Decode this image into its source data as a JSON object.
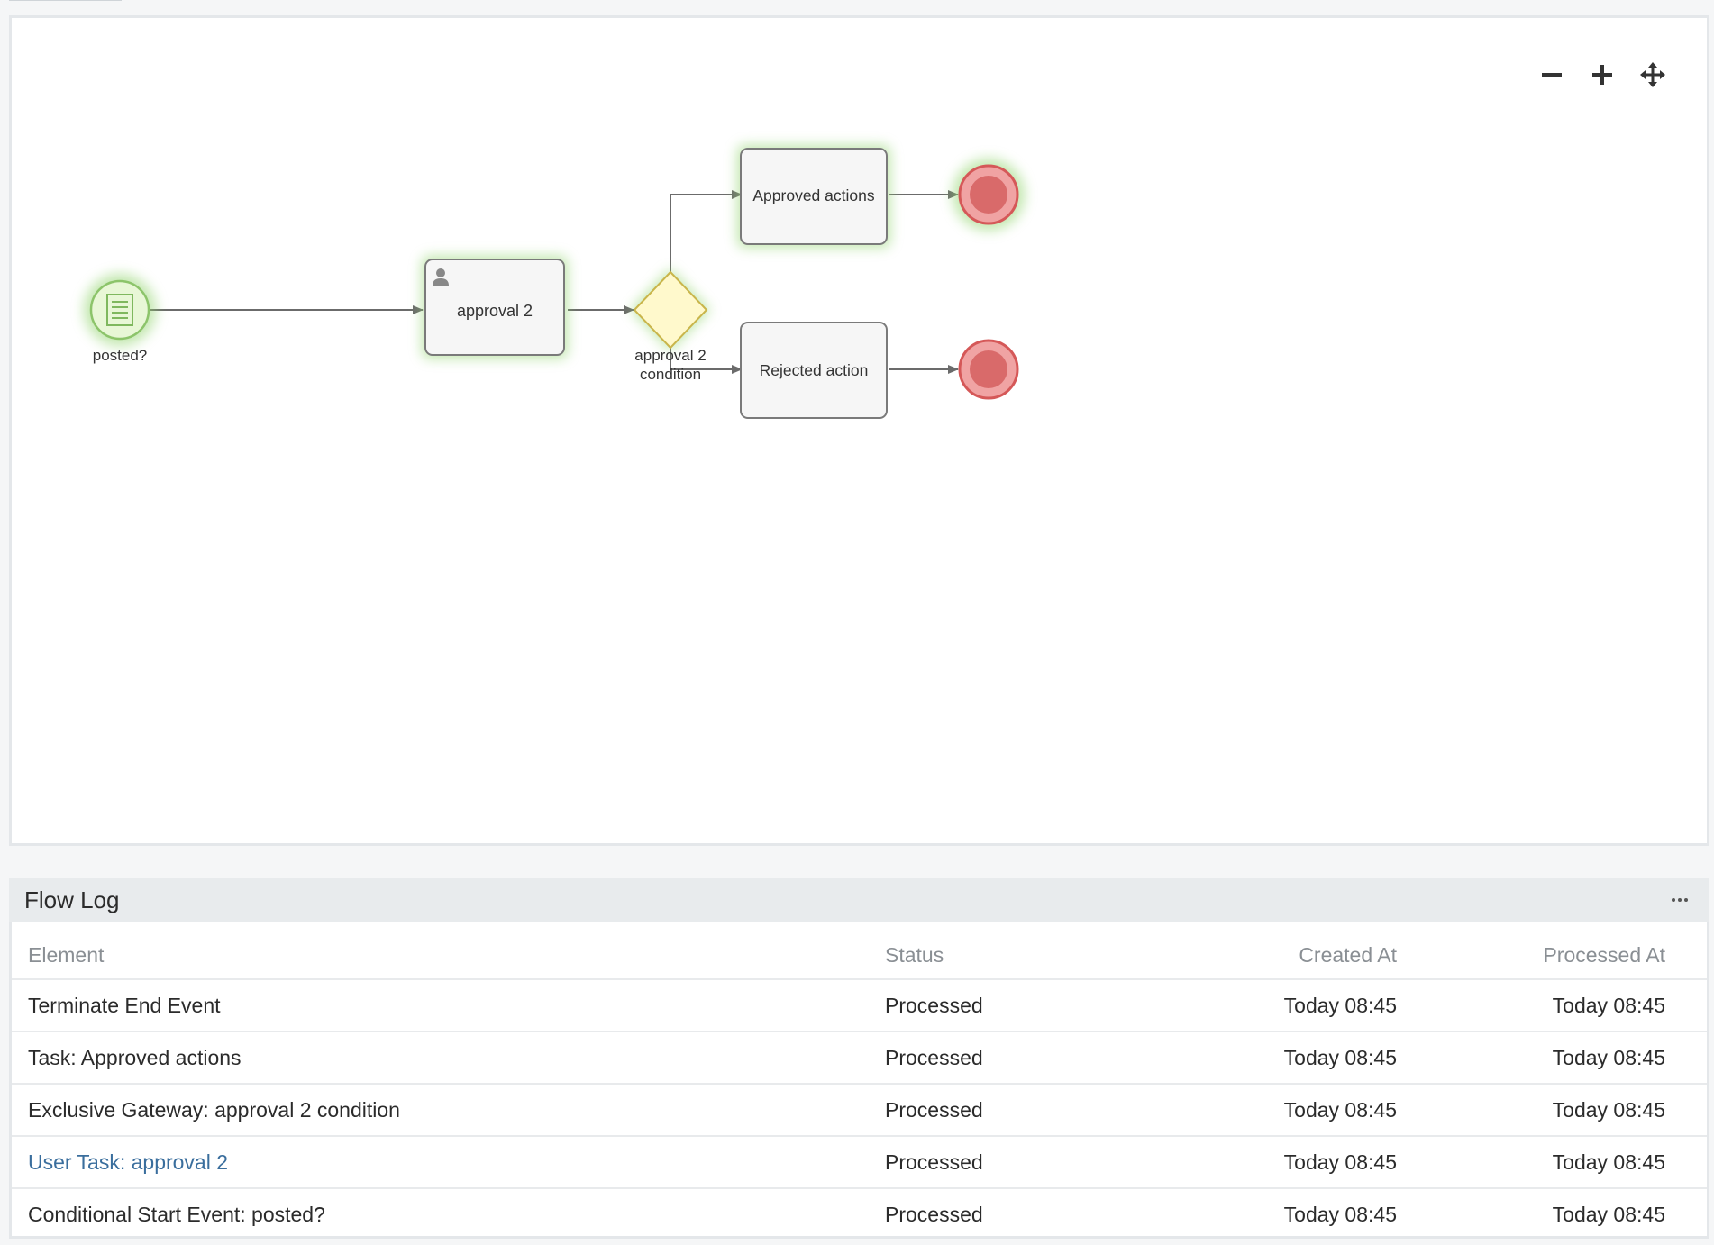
{
  "diagram": {
    "nodes": {
      "start_event": {
        "label": "posted?"
      },
      "user_task": {
        "label": "approval 2"
      },
      "gateway": {
        "label_line1": "approval 2",
        "label_line2": "condition"
      },
      "approved_task": {
        "label": "Approved actions"
      },
      "rejected_task": {
        "label": "Rejected action"
      }
    },
    "zoom": {
      "zoom_out_icon": "minus-icon",
      "zoom_in_icon": "plus-icon",
      "pan_icon": "move-arrows-icon"
    },
    "colors": {
      "active_glow": "#8fd36a",
      "start_fill": "#e8f7d6",
      "start_stroke": "#8cc46a",
      "gateway_fill": "#fff9cc",
      "gateway_stroke": "#c9b54a",
      "end_fill": "#d96a6a",
      "end_ring": "#f0a3a3",
      "task_fill": "#f6f6f6",
      "task_stroke": "#7a7a7a",
      "link": "#3a6e9d"
    }
  },
  "flow_log": {
    "title": "Flow Log",
    "more_icon": "ellipsis-icon",
    "columns": {
      "element": "Element",
      "status": "Status",
      "created_at": "Created At",
      "processed_at": "Processed At"
    },
    "rows": [
      {
        "element": "Terminate End Event",
        "status": "Processed",
        "created_at": "Today 08:45",
        "processed_at": "Today 08:45"
      },
      {
        "element": "Task: Approved actions",
        "status": "Processed",
        "created_at": "Today 08:45",
        "processed_at": "Today 08:45"
      },
      {
        "element": "Exclusive Gateway: approval 2 condition",
        "status": "Processed",
        "created_at": "Today 08:45",
        "processed_at": "Today 08:45"
      },
      {
        "element": "User Task: approval 2",
        "status": "Processed",
        "created_at": "Today 08:45",
        "processed_at": "Today 08:45"
      },
      {
        "element": "Conditional Start Event: posted?",
        "status": "Processed",
        "created_at": "Today 08:45",
        "processed_at": "Today 08:45"
      }
    ]
  }
}
